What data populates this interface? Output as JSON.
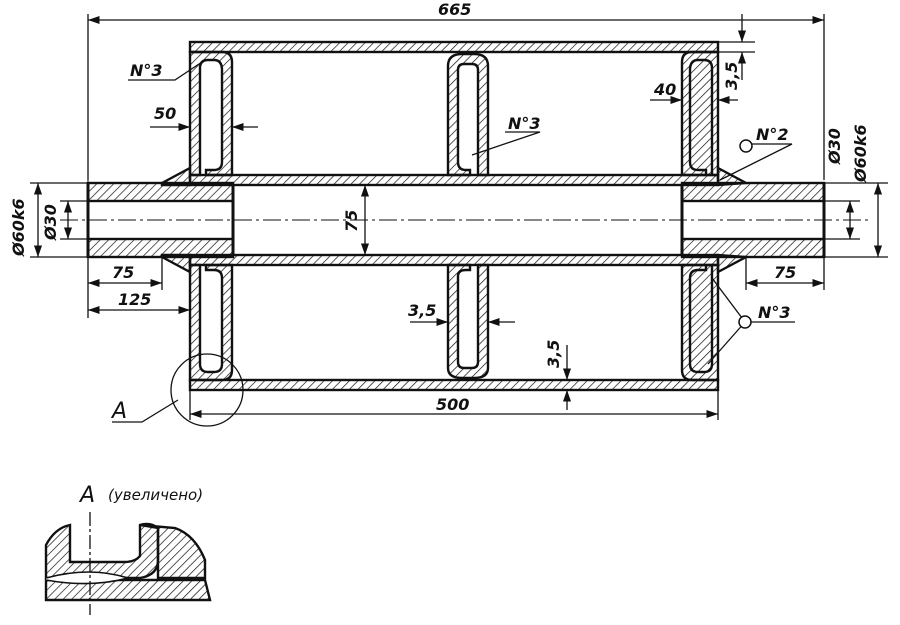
{
  "drawing": {
    "dims": {
      "overall_length": "665",
      "body_length": "500",
      "inner_diameter": "75",
      "shaft_left_outer": "Ø60k6",
      "shaft_left_inner": "Ø30",
      "shaft_right_outer": "Ø60k6",
      "shaft_right_inner": "Ø30",
      "shaft_left_len": "75",
      "shaft_left_total": "125",
      "shaft_right_len": "75",
      "disc_left_width": "50",
      "disc_right_width": "40",
      "wall_top": "3,5",
      "wall_bottom": "3,5",
      "disc_thickness": "3,5"
    },
    "callouts": {
      "part_left_top": "N°3",
      "part_center": "N°3",
      "part_right_top": "N°2",
      "part_right_bottom": "N°3",
      "detail_ref": "A"
    },
    "detail": {
      "title": "A",
      "subtitle": "(увеличено)"
    }
  }
}
